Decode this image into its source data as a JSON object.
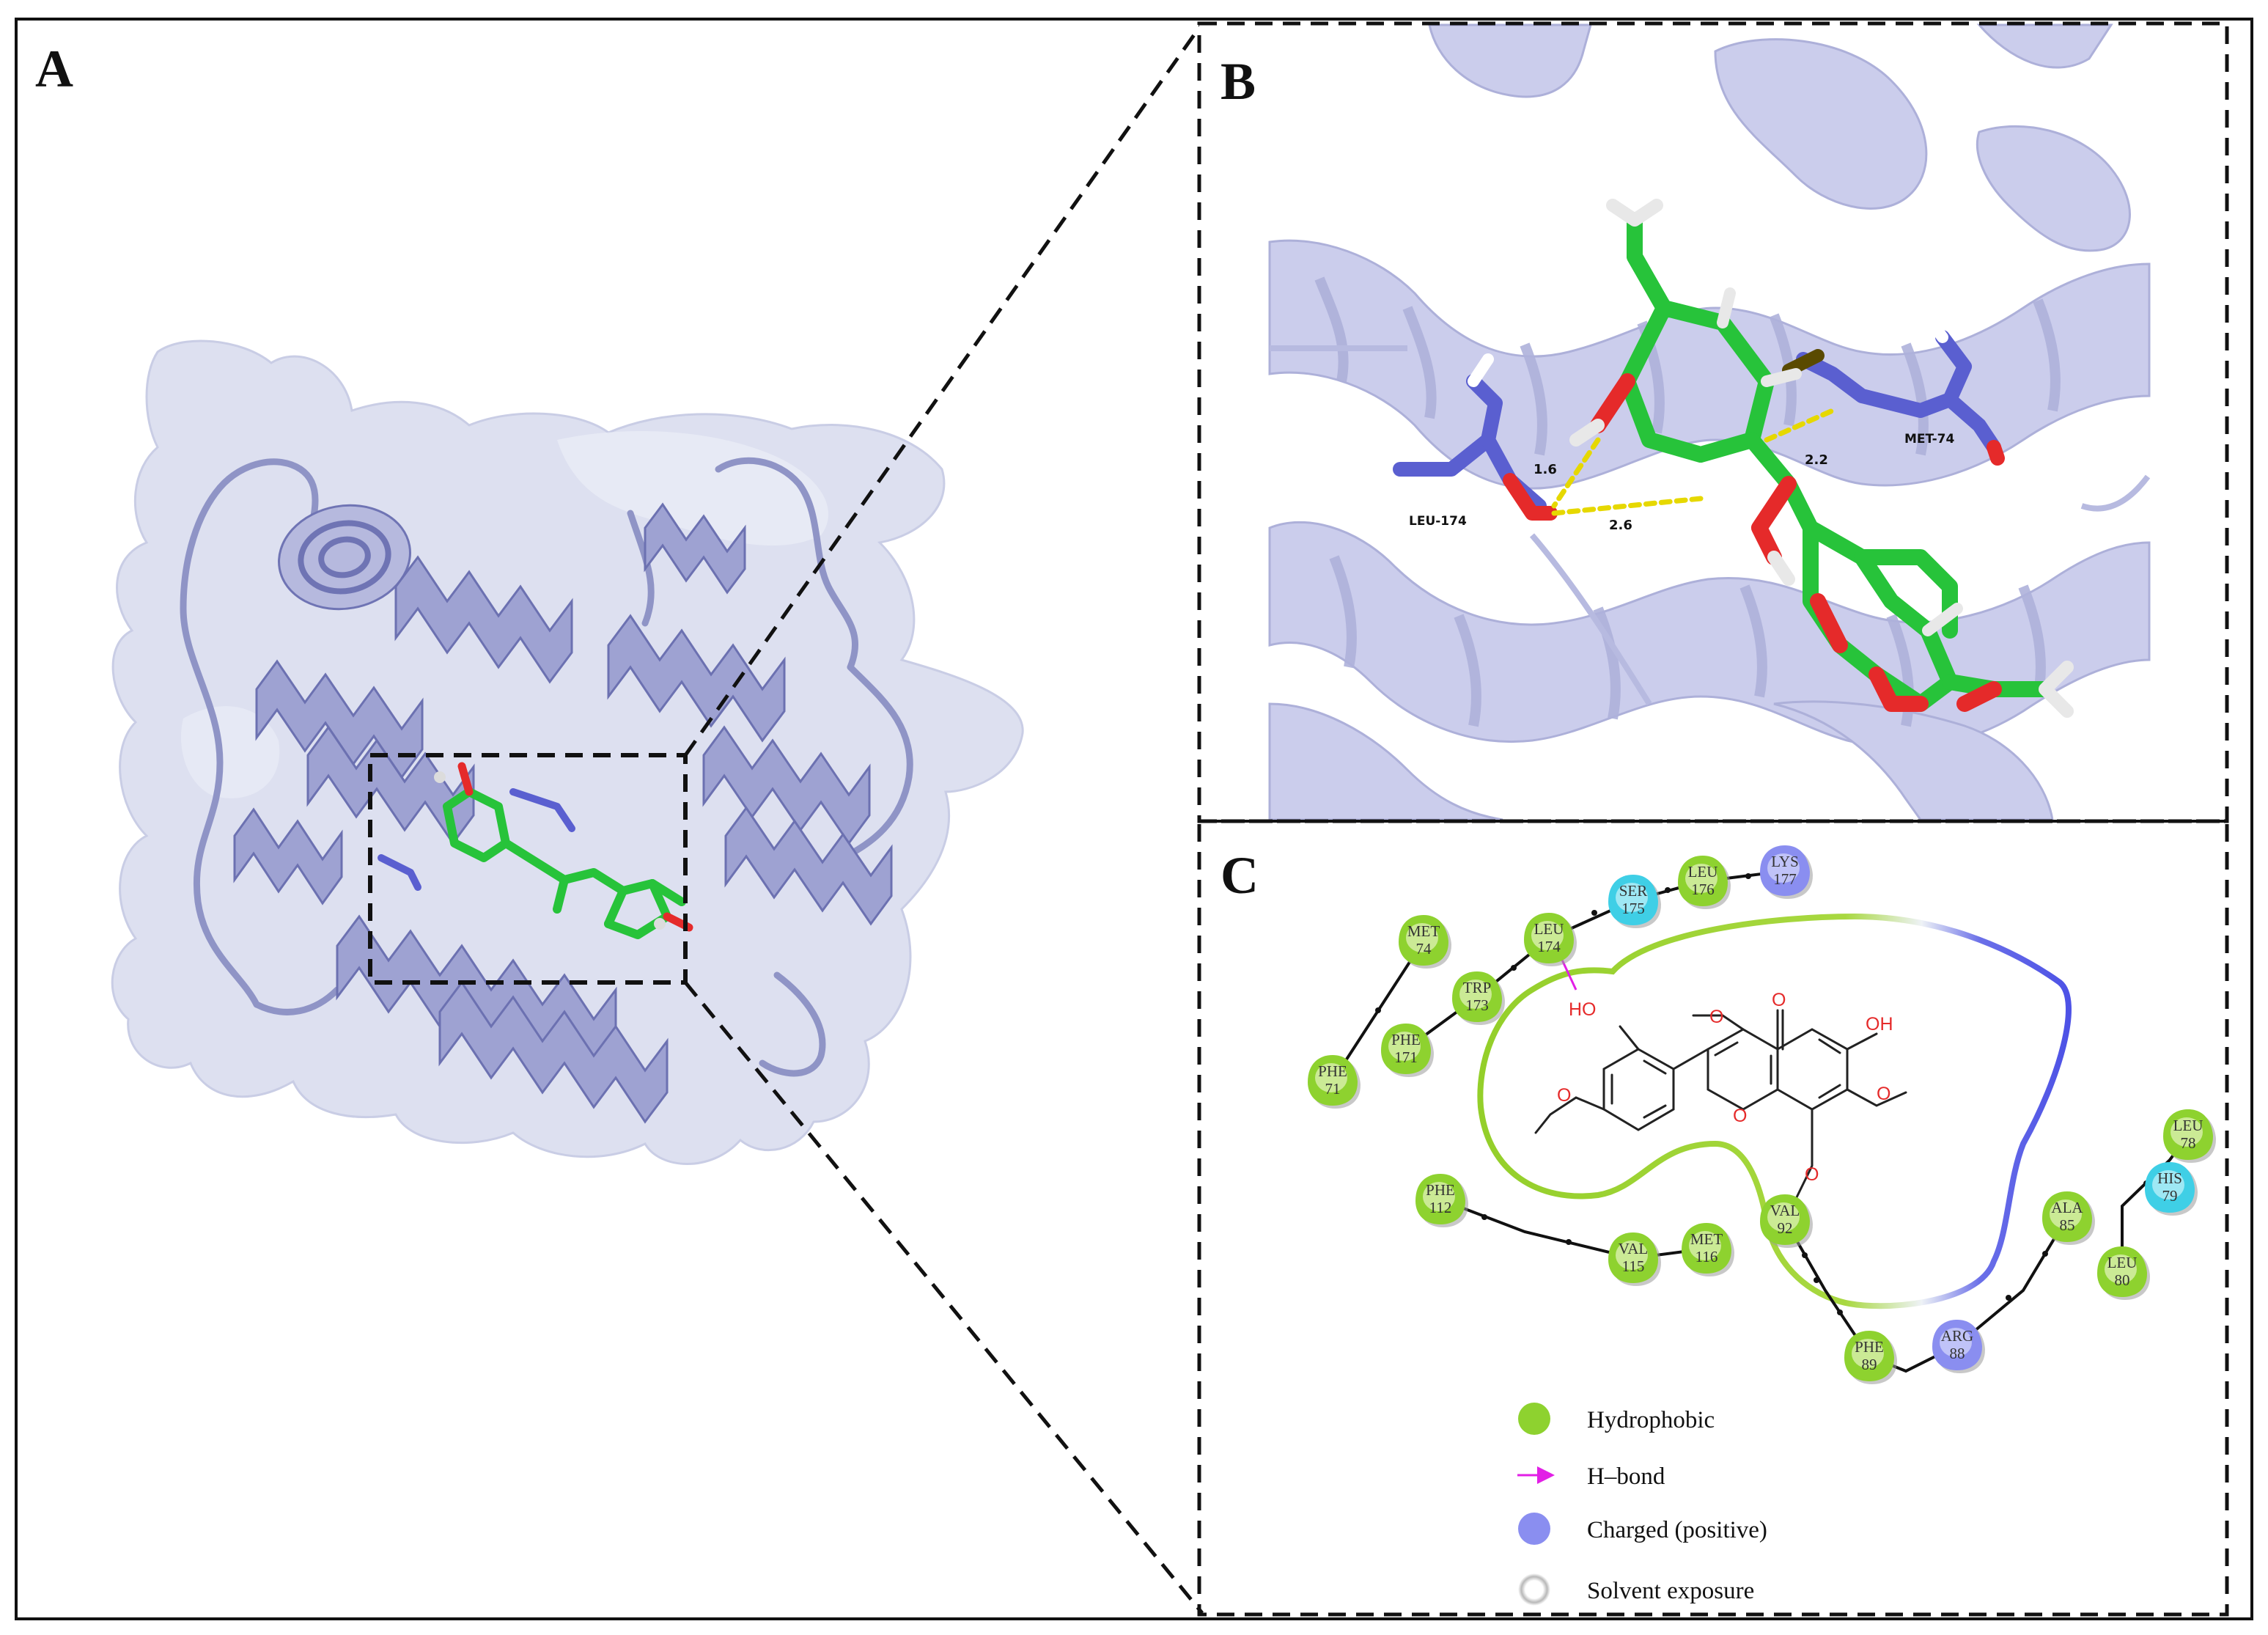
{
  "panels": {
    "a": "A",
    "b": "B",
    "c": "C"
  },
  "panel_b": {
    "residues": [
      "LEU-174",
      "MET-74"
    ],
    "distances": [
      "1.6",
      "2.6",
      "2.2"
    ]
  },
  "panel_c": {
    "residues": [
      {
        "name": "MET",
        "num": "74",
        "type": "hydrophobic"
      },
      {
        "name": "LEU",
        "num": "174",
        "type": "hydrophobic"
      },
      {
        "name": "SER",
        "num": "175",
        "type": "polar"
      },
      {
        "name": "LEU",
        "num": "176",
        "type": "hydrophobic"
      },
      {
        "name": "LYS",
        "num": "177",
        "type": "positive"
      },
      {
        "name": "TRP",
        "num": "173",
        "type": "hydrophobic"
      },
      {
        "name": "PHE",
        "num": "171",
        "type": "hydrophobic"
      },
      {
        "name": "PHE",
        "num": "71",
        "type": "hydrophobic"
      },
      {
        "name": "PHE",
        "num": "112",
        "type": "hydrophobic"
      },
      {
        "name": "VAL",
        "num": "115",
        "type": "hydrophobic"
      },
      {
        "name": "MET",
        "num": "116",
        "type": "hydrophobic"
      },
      {
        "name": "VAL",
        "num": "92",
        "type": "hydrophobic"
      },
      {
        "name": "PHE",
        "num": "89",
        "type": "hydrophobic"
      },
      {
        "name": "ARG",
        "num": "88",
        "type": "positive"
      },
      {
        "name": "ALA",
        "num": "85",
        "type": "hydrophobic"
      },
      {
        "name": "LEU",
        "num": "80",
        "type": "hydrophobic"
      },
      {
        "name": "HIS",
        "num": "79",
        "type": "polar"
      },
      {
        "name": "LEU",
        "num": "78",
        "type": "hydrophobic"
      }
    ],
    "atoms": {
      "oxygen": "O",
      "hydroxyl": "OH",
      "hydroxyl_left": "HO"
    },
    "legend": [
      {
        "label": "Hydrophobic",
        "symbol": "green-circle"
      },
      {
        "label": "H–bond",
        "symbol": "magenta-arrow"
      },
      {
        "label": "Charged (positive)",
        "symbol": "blue-circle"
      },
      {
        "label": "Solvent exposure",
        "symbol": "gray-ring"
      }
    ]
  },
  "colors": {
    "protein": "#8f94c6",
    "surface": "#dcdff0",
    "carbon": "#27c33a",
    "oxygen": "#e52a2a",
    "nitrogen": "#5a5fd0",
    "hbond": "#e6d800",
    "hydrophobic": "#8ed22f",
    "polar": "#3fcfe6",
    "positive": "#8a8ef0",
    "hbond_arrow": "#e21fe6"
  }
}
